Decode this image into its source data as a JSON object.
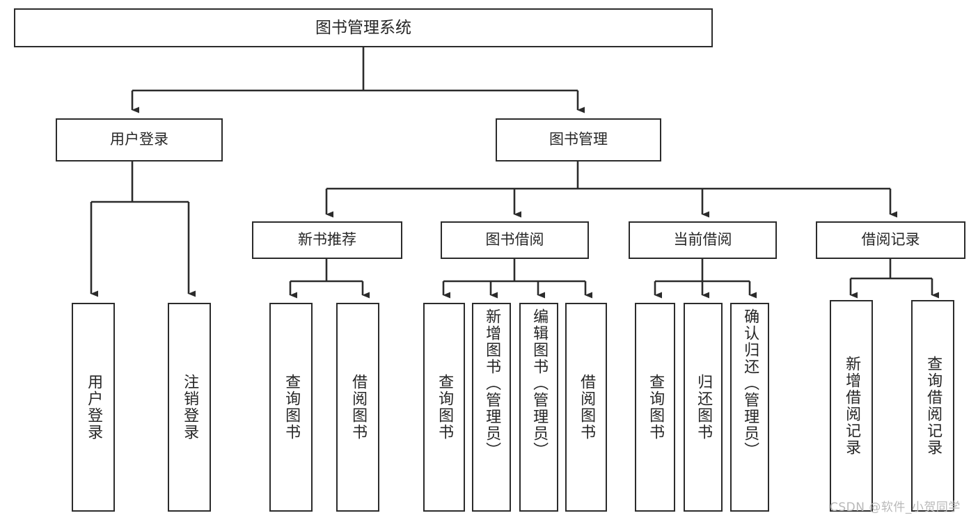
{
  "diagram": {
    "title": "图书管理系统",
    "type": "tree-hierarchy",
    "root": {
      "label": "图书管理系统"
    },
    "level1": [
      {
        "label": "用户登录"
      },
      {
        "label": "图书管理"
      }
    ],
    "level2": [
      {
        "label": "新书推荐"
      },
      {
        "label": "图书借阅"
      },
      {
        "label": "当前借阅"
      },
      {
        "label": "借阅记录"
      }
    ],
    "leaves": {
      "user_login": [
        {
          "label": "用户登录"
        },
        {
          "label": "注销登录"
        }
      ],
      "new_book_recommend": [
        {
          "label": "查询图书"
        },
        {
          "label": "借阅图书"
        }
      ],
      "book_borrow": [
        {
          "label": "查询图书"
        },
        {
          "label": "新增图书（管理员）"
        },
        {
          "label": "编辑图书（管理员）"
        },
        {
          "label": "借阅图书"
        }
      ],
      "current_borrow": [
        {
          "label": "查询图书"
        },
        {
          "label": "归还图书"
        },
        {
          "label": "确认归还（管理员）"
        }
      ],
      "borrow_record": [
        {
          "label": "新增借阅记录"
        },
        {
          "label": "查询借阅记录"
        }
      ]
    },
    "watermark": "CSDN @软件_小贺同学",
    "colors": {
      "border": "#2b2b2b",
      "text": "#262626",
      "background": "#ffffff",
      "watermark": "#b9b9b9"
    }
  }
}
